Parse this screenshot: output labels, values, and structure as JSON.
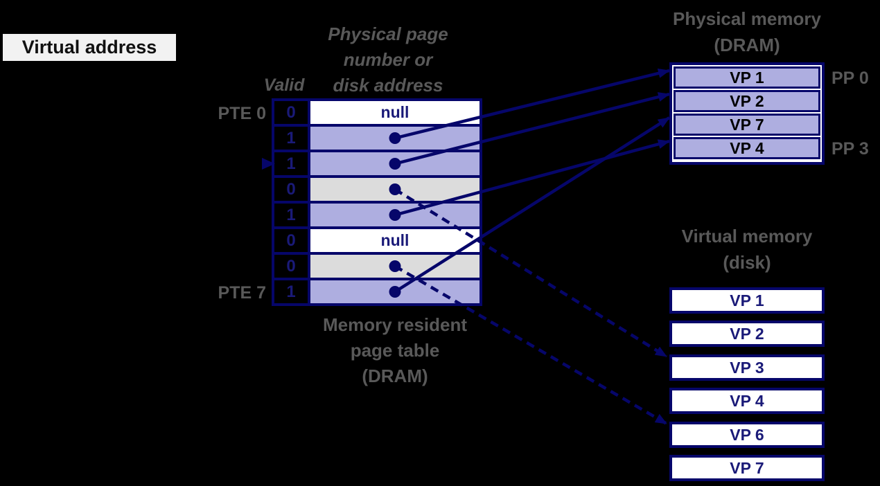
{
  "colors": {
    "background": "#000000",
    "navy": "#06066a",
    "navy_text": "#1a1a78",
    "purple_fill": "#aeaee0",
    "gray_fill": "#dcdcdc",
    "gray_text": "#595959",
    "va_box_fill": "#f2f2f2"
  },
  "virtual_address": {
    "label": "Virtual address"
  },
  "page_table": {
    "valid_header": "Valid",
    "column_header": "Physical page\nnumber or\ndisk address",
    "caption": "Memory resident\npage table\n(DRAM)",
    "pte_first_label": "PTE 0",
    "pte_last_label": "PTE 7",
    "null_label": "null",
    "va_pointer_row": 2,
    "rows": [
      {
        "pte": 0,
        "valid": "0",
        "fill": "white",
        "content": "null"
      },
      {
        "pte": 1,
        "valid": "1",
        "fill": "purple",
        "content": "dot",
        "arrow": {
          "memory": "dram",
          "slot": 0,
          "style": "solid",
          "maps_to": "VP 1"
        }
      },
      {
        "pte": 2,
        "valid": "1",
        "fill": "purple",
        "content": "dot",
        "arrow": {
          "memory": "dram",
          "slot": 1,
          "style": "solid",
          "maps_to": "VP 2"
        }
      },
      {
        "pte": 3,
        "valid": "0",
        "fill": "gray",
        "content": "dot",
        "arrow": {
          "memory": "disk",
          "slot": 2,
          "style": "dashed",
          "maps_to": "VP 3"
        }
      },
      {
        "pte": 4,
        "valid": "1",
        "fill": "purple",
        "content": "dot",
        "arrow": {
          "memory": "dram",
          "slot": 3,
          "style": "solid",
          "maps_to": "VP 4"
        }
      },
      {
        "pte": 5,
        "valid": "0",
        "fill": "white",
        "content": "null"
      },
      {
        "pte": 6,
        "valid": "0",
        "fill": "gray",
        "content": "dot",
        "arrow": {
          "memory": "disk",
          "slot": 4,
          "style": "dashed",
          "maps_to": "VP 6"
        }
      },
      {
        "pte": 7,
        "valid": "1",
        "fill": "purple",
        "content": "dot",
        "arrow": {
          "memory": "dram",
          "slot": 2,
          "style": "solid",
          "maps_to": "VP 7"
        }
      }
    ]
  },
  "physical_memory": {
    "title": "Physical memory\n(DRAM)",
    "rows": [
      "VP 1",
      "VP 2",
      "VP 7",
      "VP 4"
    ],
    "pp_labels": [
      {
        "label": "PP 0",
        "row": 0
      },
      {
        "label": "PP 3",
        "row": 3
      }
    ]
  },
  "virtual_memory": {
    "title": "Virtual memory\n(disk)",
    "rows": [
      "VP 1",
      "VP 2",
      "VP 3",
      "VP 4",
      "VP 6",
      "VP 7"
    ]
  }
}
